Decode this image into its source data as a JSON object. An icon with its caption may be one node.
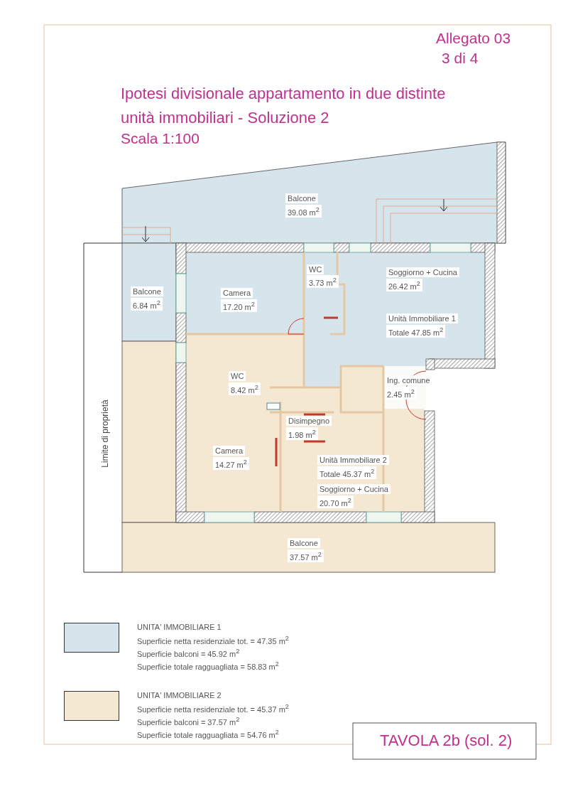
{
  "diagram": {
    "title": "Ipotesi divisionale appartamento in due distinte unità immobiliari - Soluzione 2",
    "labels": [
      "Allegato 03",
      "3 di 4",
      "Scala 1:100",
      "Balcone",
      "39.08 m$^{2}$",
      "WC",
      "3.73 m$^{2}$",
      "Soggiorno + Cucina",
      "26.42 m$^{2}$",
      "Balcone",
      "6.84 m$^{2}$",
      "Camera",
      "17.20 m$^{2}$",
      "Unità Immobiliare 1",
      "Totale 47.85 m$^{2}$",
      "WC",
      "8.42 m$^{2}$",
      "Ing. comune",
      "2.45 m$^{2}$",
      "Limite di proprietà",
      "Disimpegno",
      "1.98 m$^{2}$",
      "Camera",
      "14.27 m$^{2}$",
      "Unità Immobiliare 2",
      "Totale 45.37 m$^{2}$",
      "Soggiorno + Cucina",
      "20.70 m$^{2}$",
      "Balcone",
      "37.57 m$^{2}$",
      "Superficie netta residenziale tot. = 47.35 m$^{2}$",
      "Superficie balconi = 45.92 m$^{2}$",
      "Superficie totale ragguagliata = 58.83 m$^{2}$",
      "Superficie netta residenziale tot. = 45.37 m$^{2}$",
      "Superficie balconi = 37.57 m$^{2}$",
      "Superficie totale ragguagliata = 54.76 m$^{2}$",
      "TAVOLA 2b (sol. 2)"
    ],
    "legend": [
      {
        "text": "UNITA' IMMOBILIARE 1",
        "color": "#d6e4ec"
      },
      {
        "text": "UNITA' IMMOBILIARE 2",
        "color": "#f5e8d2"
      }
    ]
  }
}
